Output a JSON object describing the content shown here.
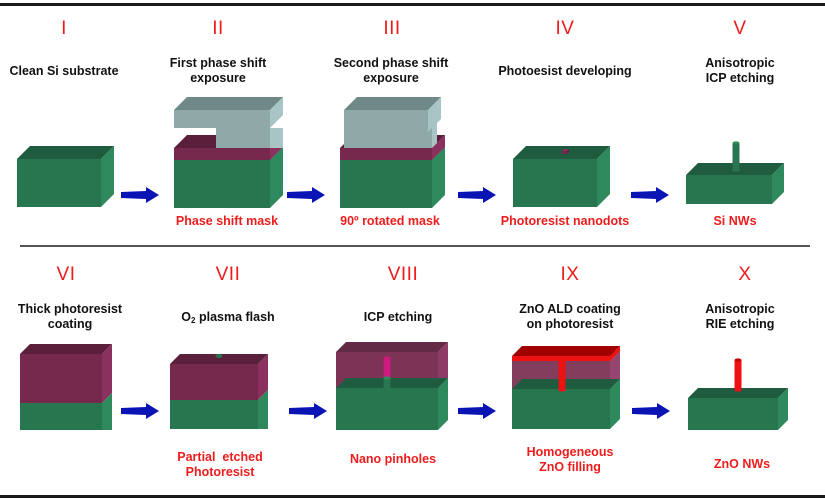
{
  "diagram": {
    "type": "process-flow",
    "rows": [
      {
        "steps": [
          {
            "numeral": "I",
            "title": "Clean Si substrate",
            "title_lines": [
              "Clean Si substrate"
            ],
            "caption_lines": [],
            "illustration": "si-block"
          },
          {
            "numeral": "II",
            "title_lines": [
              "First phase shift",
              "exposure"
            ],
            "caption_lines": [
              "Phase shift mask"
            ],
            "illustration": "first-mask-on-resist"
          },
          {
            "numeral": "III",
            "title_lines": [
              "Second phase shift",
              "exposure"
            ],
            "caption_lines": [
              "90º rotated mask"
            ],
            "illustration": "rotated-mask-on-resist"
          },
          {
            "numeral": "IV",
            "title_lines": [
              "Photoesist developing"
            ],
            "caption_lines": [
              "Photoresist nanodots"
            ],
            "illustration": "si-block-with-nanodot"
          },
          {
            "numeral": "V",
            "title_lines": [
              "Anisotropic",
              "ICP etching"
            ],
            "caption_lines": [
              "Si NWs"
            ],
            "illustration": "si-nanowire"
          }
        ]
      },
      {
        "steps": [
          {
            "numeral": "VI",
            "title_lines": [
              "Thick photoresist",
              "coating"
            ],
            "caption_lines": [],
            "illustration": "thick-resist-on-si"
          },
          {
            "numeral": "VII",
            "title_prefix": "O",
            "title_sub": "2",
            "title_suffix": " plasma flash",
            "caption_lines": [
              "Partial  etched",
              "Photoresist"
            ],
            "illustration": "partially-etched-resist"
          },
          {
            "numeral": "VIII",
            "title_lines": [
              "ICP etching"
            ],
            "caption_lines": [
              "Nano pinholes"
            ],
            "illustration": "nano-pinhole"
          },
          {
            "numeral": "IX",
            "title_lines": [
              "ZnO ALD coating",
              "on photoresist"
            ],
            "caption_lines": [
              "Homogeneous",
              "ZnO filling"
            ],
            "illustration": "zno-filled"
          },
          {
            "numeral": "X",
            "title_lines": [
              "Anisotropic",
              "RIE etching"
            ],
            "caption_lines": [
              "ZnO NWs"
            ],
            "illustration": "zno-nanowire"
          }
        ]
      }
    ],
    "arrow_icon": "right-arrow-icon",
    "colors": {
      "numeral": "#ee1c1c",
      "caption": "#ee1c1c",
      "title": "#111111",
      "si_front": "#277650",
      "si_top": "#1f5c3f",
      "si_side": "#2e8a5c",
      "resist_front": "#76294c",
      "resist_top": "#5a1f3a",
      "resist_side": "#8a3160",
      "mask_front": "#8fa9a9",
      "mask_top": "#6f8888",
      "mask_side": "#a8c4c4",
      "zno": "#ee1111",
      "zno_top": "#a10000",
      "pinhole": "#cc1a80",
      "arrow": "#0a14b4"
    }
  }
}
